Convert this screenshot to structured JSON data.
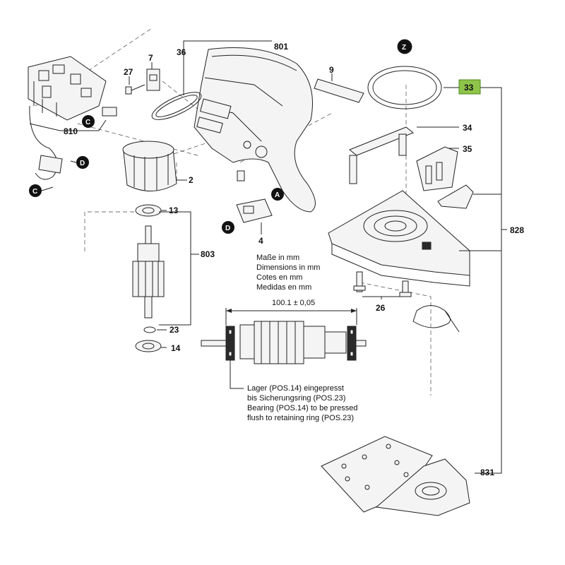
{
  "parts": {
    "p801": "801",
    "p36": "36",
    "p7": "7",
    "p27": "27",
    "p9": "9",
    "p810": "810",
    "p2": "2",
    "p13": "13",
    "p803": "803",
    "p23": "23",
    "p14": "14",
    "p4": "4",
    "p33": "33",
    "p34": "34",
    "p35": "35",
    "p828": "828",
    "p26": "26",
    "p831": "831"
  },
  "circle_labels": {
    "z": "Z",
    "a": "A",
    "c_top": "C",
    "c_left": "C",
    "d_left": "D",
    "d_mid": "D"
  },
  "dimension": "100.1 ± 0,05",
  "units_note": [
    "Maße in mm",
    "Dimensions in mm",
    "Cotes en mm",
    "Medidas en mm"
  ],
  "bearing_note": [
    "Lager (POS.14) eingepresst",
    "bis Sicherungsring (POS.23)",
    "Bearing (POS.14) to be pressed",
    "flush to retaining ring (POS.23)"
  ],
  "colors": {
    "highlight": "#8fc44a",
    "highlight_border": "#4a8a1c"
  }
}
